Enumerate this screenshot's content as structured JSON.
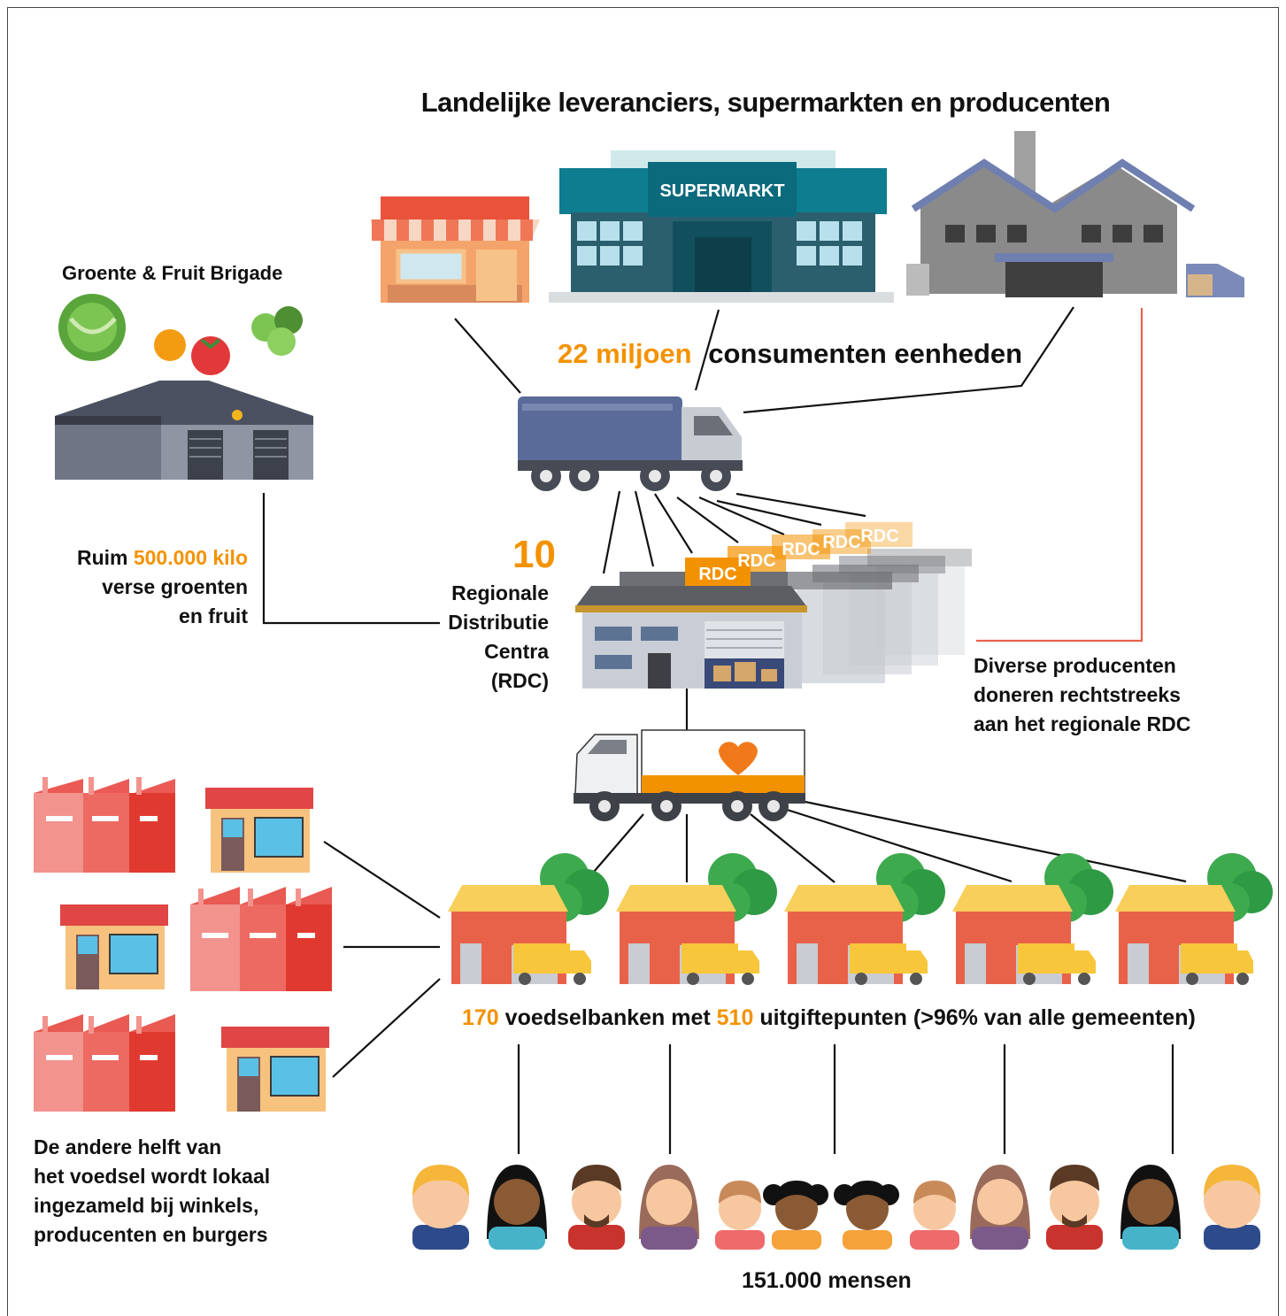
{
  "title": "Landelijke leveranciers, supermarkten en producenten",
  "supermarket_sign": "SUPERMARKT",
  "units": {
    "value": "22 miljoen",
    "label": "consumenten eenheden"
  },
  "brigade": {
    "title": "Groente & Fruit Brigade"
  },
  "produce": {
    "prefix": "Ruim",
    "value": "500.000 kilo",
    "line2": "verse groenten",
    "line3": "en fruit"
  },
  "rdc": {
    "count": "10",
    "line1": "Regionale",
    "line2": "Distributie",
    "line3": "Centra",
    "line4": "(RDC)",
    "sign": "RDC"
  },
  "direct": {
    "line1": "Diverse producenten",
    "line2": "doneren rechtstreeks",
    "line3": "aan het regionale RDC"
  },
  "foodbanks": {
    "count": "170",
    "text1": "voedselbanken met",
    "points": "510",
    "text2": "uitgiftepunten (>96% van alle gemeenten)"
  },
  "local": {
    "line1": "De andere helft van",
    "line2": "het voedsel wordt lokaal",
    "line3": "ingezameld bij winkels,",
    "line4": "producenten en burgers"
  },
  "people": {
    "label": "151.000 mensen"
  },
  "colors": {
    "accent": "#f39200",
    "truck_blue": "#5a6a99",
    "foodbank_red": "#e8624a"
  }
}
